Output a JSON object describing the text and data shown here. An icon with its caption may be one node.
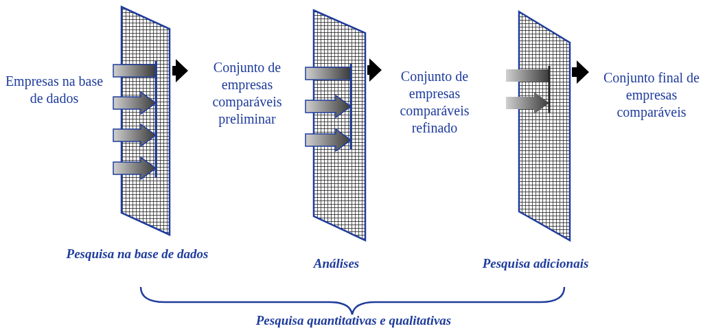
{
  "diagram": {
    "nodes": [
      {
        "text": [
          "Empresas na base de dados"
        ]
      },
      {
        "text": [],
        "shape": "filter",
        "beside": [
          "Pesquisa na base de dados"
        ]
      },
      {
        "text": [
          "Conjunto de empresas comparáveis preliminar"
        ]
      },
      {
        "text": [],
        "shape": "filter",
        "beside": [
          "Análises"
        ]
      },
      {
        "text": [
          "Conjunto de empresas comparáveis refinado"
        ]
      },
      {
        "text": [],
        "shape": "filter",
        "beside": [
          "Pesquisa adicionais"
        ]
      },
      {
        "text": [
          "Conjunto final de empresas comparáveis"
        ]
      }
    ],
    "edges": [
      {
        "from": 1,
        "to": 2,
        "arrow": "to"
      },
      {
        "from": 3,
        "to": 4,
        "arrow": "to"
      },
      {
        "from": 5,
        "to": 6,
        "arrow": "to"
      }
    ],
    "labels": [
      "Pesquisa quantitativas e qualitativas"
    ]
  }
}
